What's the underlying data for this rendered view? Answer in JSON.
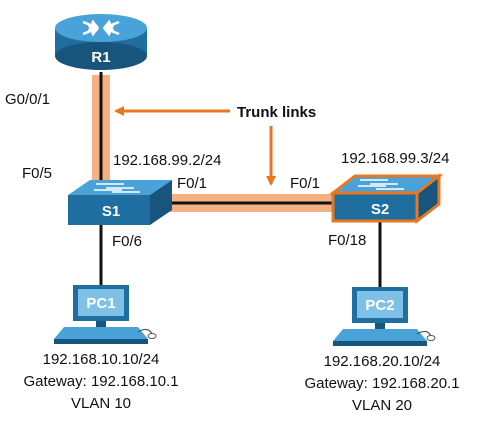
{
  "colors": {
    "trunk_highlight": "#f4b183",
    "accent_orange": "#e87722",
    "device_blue": "#1f6ea0",
    "device_light": "#4aa3d8",
    "link": "#111111"
  },
  "callout": {
    "text": "Trunk links"
  },
  "router": {
    "name": "R1",
    "icon": "router-icon",
    "port_g0_0_1": "G0/0/1"
  },
  "switch1": {
    "name": "S1",
    "icon": "switch-icon",
    "ip": "192.168.99.2/24",
    "port_f0_5": "F0/5",
    "port_f0_1": "F0/1",
    "port_f0_6": "F0/6"
  },
  "switch2": {
    "name": "S2",
    "icon": "switch-icon",
    "ip": "192.168.99.3/24",
    "port_f0_1": "F0/1",
    "port_f0_18": "F0/18"
  },
  "pc1": {
    "name": "PC1",
    "icon": "pc-icon",
    "ip": "192.168.10.10/24",
    "gateway": "Gateway: 192.168.10.1",
    "vlan": "VLAN 10"
  },
  "pc2": {
    "name": "PC2",
    "icon": "pc-icon",
    "ip": "192.168.20.10/24",
    "gateway": "Gateway: 192.168.20.1",
    "vlan": "VLAN 20"
  }
}
